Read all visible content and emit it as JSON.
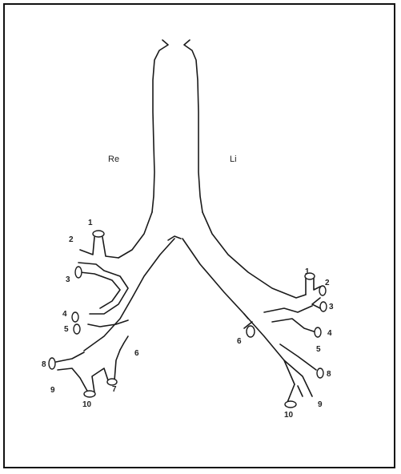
{
  "labels": {
    "right_side": "Re",
    "left_side": "Li"
  },
  "segments": {
    "right": {
      "s1": "1",
      "s2": "2",
      "s3": "3",
      "s4": "4",
      "s5": "5",
      "s6": "6",
      "s7": "7",
      "s8": "8",
      "s9": "9",
      "s10": "10"
    },
    "left": {
      "s1": "1",
      "s2": "2",
      "s3": "3",
      "s4": "4",
      "s5": "5",
      "s6": "6",
      "s8": "8",
      "s9": "9",
      "s10": "10"
    }
  },
  "colors": {
    "line": "#1a1a1a",
    "background": "#ffffff"
  }
}
